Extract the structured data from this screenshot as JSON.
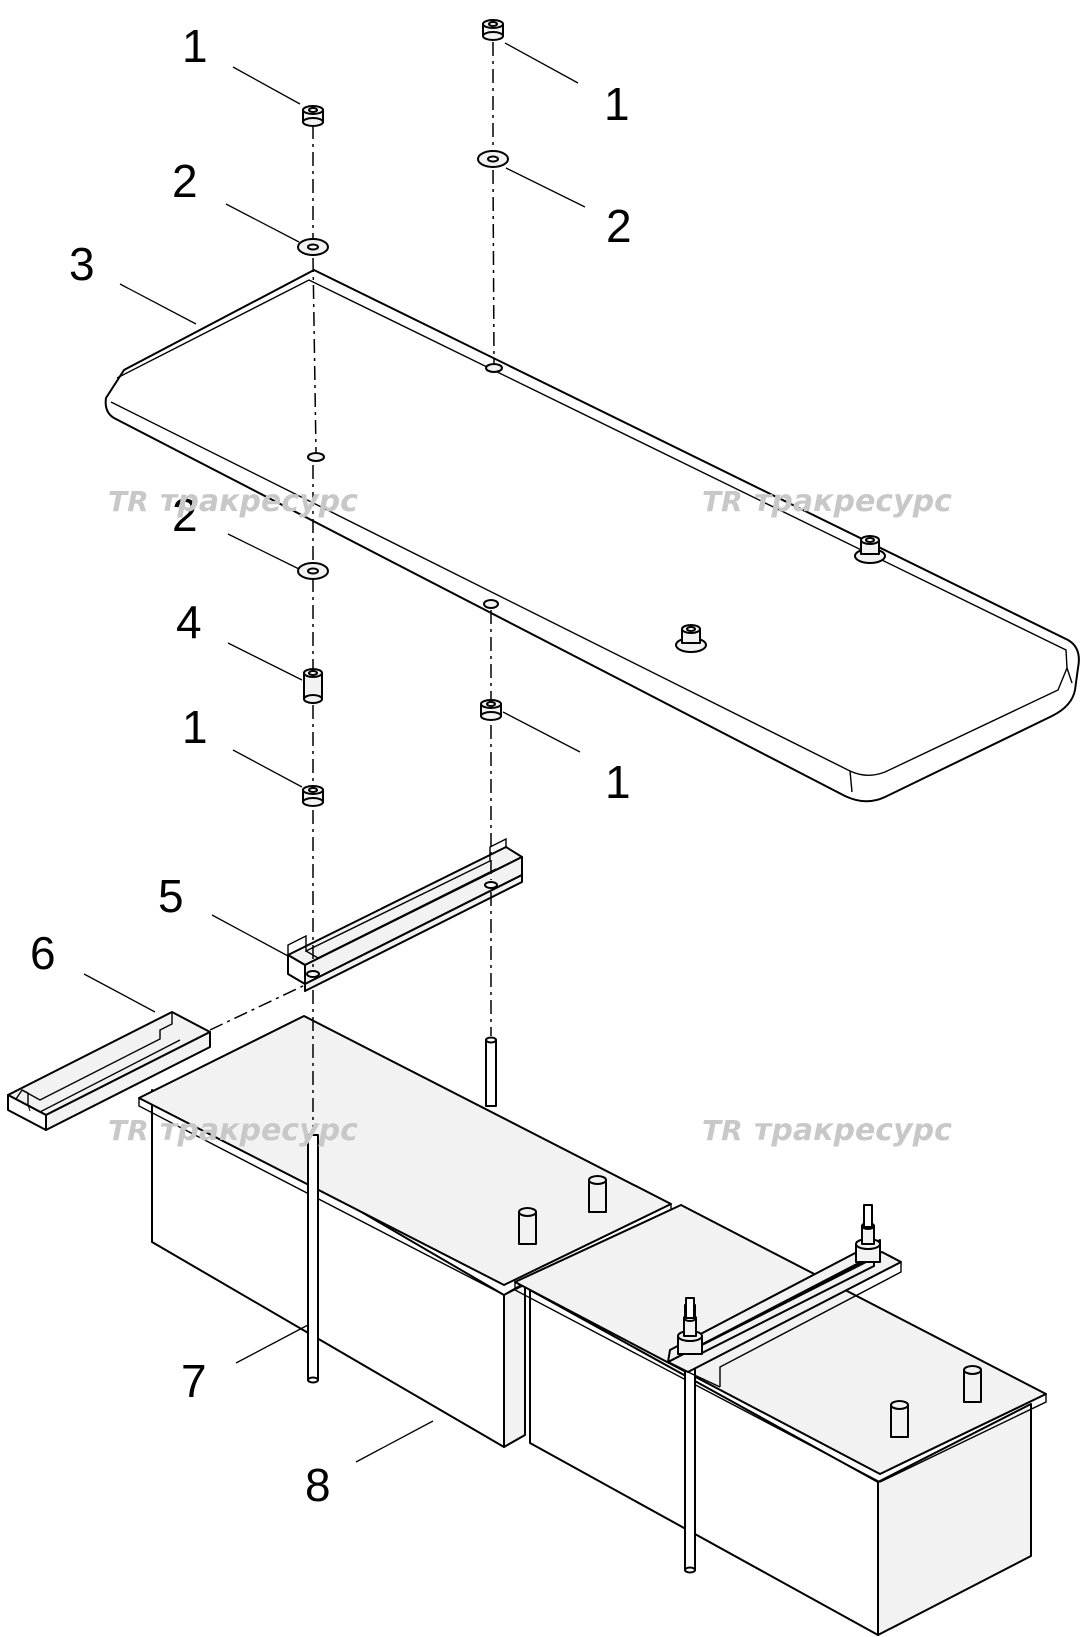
{
  "callouts": {
    "nut_top_left": "1",
    "nut_top_right": "1",
    "washer_top_left": "2",
    "washer_top_right": "2",
    "cover": "3",
    "washer_lower": "2",
    "spacer": "4",
    "nut_lower_left": "1",
    "nut_lower_right": "1",
    "bracket": "5",
    "rail": "6",
    "rod": "7",
    "battery": "8"
  },
  "watermark": {
    "logo": "TR",
    "text": "тракресурс"
  }
}
